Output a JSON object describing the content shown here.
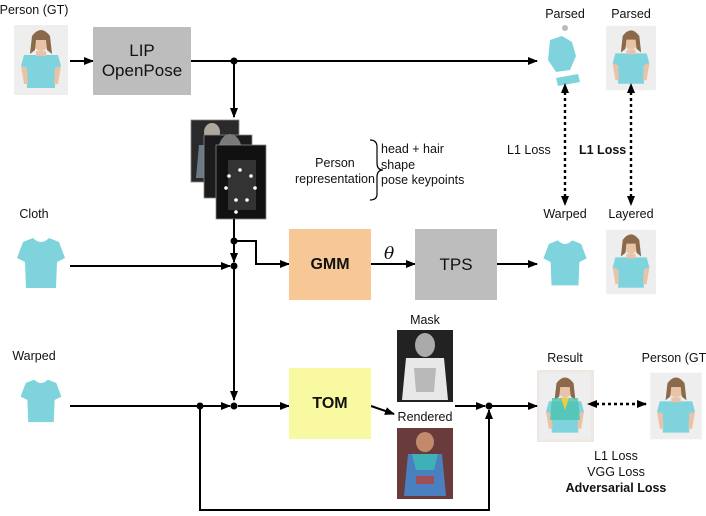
{
  "labels": {
    "person_gt_top": "Person (GT)",
    "parsed_1": "Parsed",
    "parsed_2": "Parsed",
    "cloth": "Cloth",
    "warped_left": "Warped",
    "warped_right": "Warped",
    "layered": "Layered",
    "mask": "Mask",
    "rendered": "Rendered",
    "result": "Result",
    "person_gt_right": "Person (GT)",
    "person_representation": "Person\nrepresentation",
    "representation_parts": [
      "head + hair",
      "shape",
      "pose keypoints"
    ],
    "theta": "θ"
  },
  "modules": {
    "lip": "LIP\nOpenPose",
    "gmm": "GMM",
    "tps": "TPS",
    "tom": "TOM"
  },
  "losses": {
    "parsing_l1": "L1 Loss",
    "layered_l1": "L1 Loss",
    "result_losses": [
      "L1 Loss",
      "VGG Loss",
      "Adversarial Loss"
    ]
  },
  "colors": {
    "gray_box": "#bdbdbd",
    "gmm_box": "#f7c896",
    "tom_box": "#f8f9a0",
    "shirt": "#7fd3dc",
    "skin": "#e9c3a8",
    "hair": "#8a6a4a"
  }
}
